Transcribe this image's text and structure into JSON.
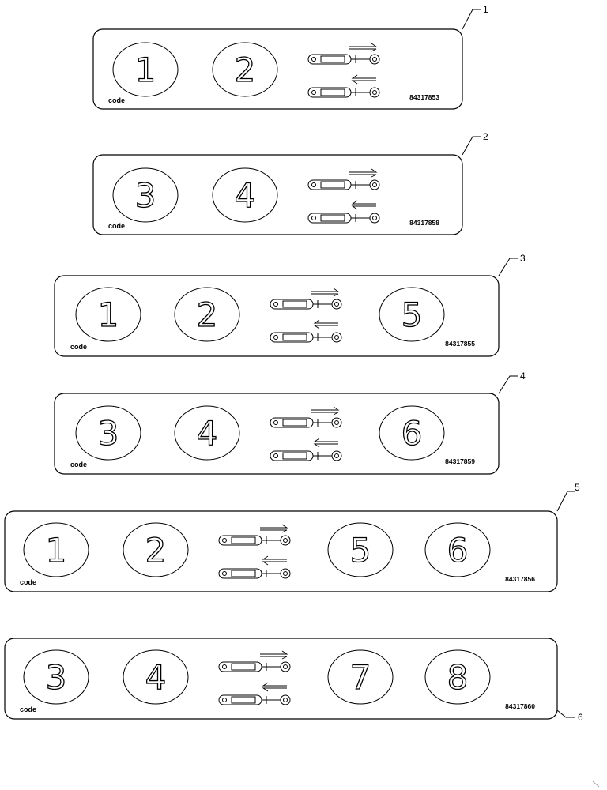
{
  "decals": [
    {
      "callout": "1",
      "circles": [
        "1",
        "2"
      ],
      "code_label": "code",
      "part_number": "84317853"
    },
    {
      "callout": "2",
      "circles": [
        "3",
        "4"
      ],
      "code_label": "code",
      "part_number": "84317858"
    },
    {
      "callout": "3",
      "circles": [
        "1",
        "2",
        "5"
      ],
      "code_label": "code",
      "part_number": "84317855"
    },
    {
      "callout": "4",
      "circles": [
        "3",
        "4",
        "6"
      ],
      "code_label": "code",
      "part_number": "84317859"
    },
    {
      "callout": "5",
      "circles": [
        "1",
        "2",
        "5",
        "6"
      ],
      "code_label": "code",
      "part_number": "84317856"
    },
    {
      "callout": "6",
      "circles": [
        "3",
        "4",
        "7",
        "8"
      ],
      "code_label": "code",
      "part_number": "84317860"
    }
  ],
  "icons": {
    "cylinder_extend": "cylinder-extend-arrow-icon",
    "cylinder_retract": "cylinder-retract-arrow-icon"
  }
}
